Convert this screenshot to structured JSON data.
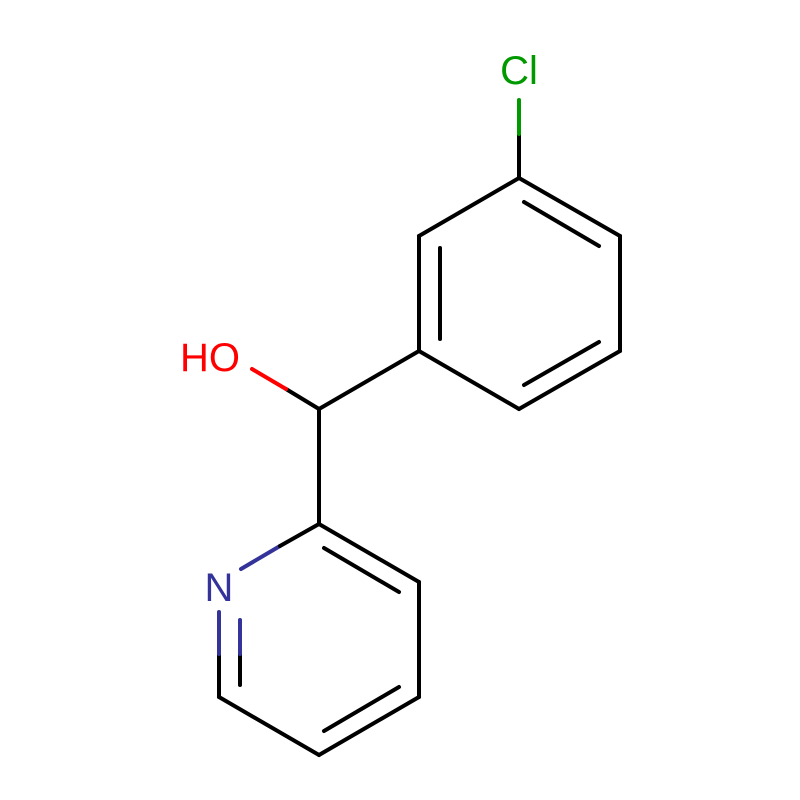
{
  "molecule": {
    "atoms": {
      "chlorine": {
        "label": "Cl",
        "color": "#009900"
      },
      "oxygen": {
        "label": "HO",
        "color": "#ff0000"
      },
      "nitrogen": {
        "label": "N",
        "color": "#333399"
      }
    },
    "bond_color": "#000000"
  }
}
